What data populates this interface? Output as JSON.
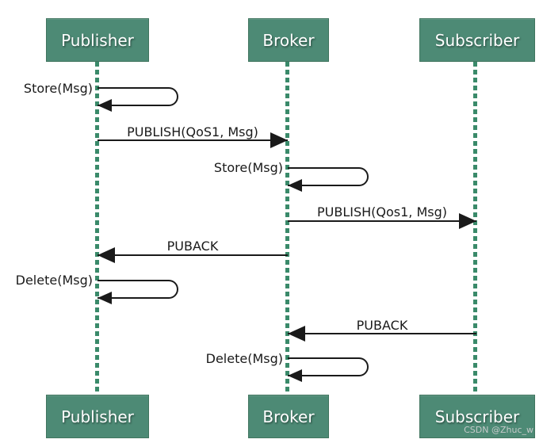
{
  "actors": {
    "publisher": "Publisher",
    "broker": "Broker",
    "subscriber": "Subscriber"
  },
  "messages": {
    "store_publisher": "Store(Msg)",
    "publish_to_broker": "PUBLISH(QoS1, Msg)",
    "store_broker": "Store(Msg)",
    "publish_to_subscriber": "PUBLISH(Qos1, Msg)",
    "puback_to_publisher": "PUBACK",
    "delete_publisher": "Delete(Msg)",
    "puback_to_broker": "PUBACK",
    "delete_broker": "Delete(Msg)"
  },
  "watermark": "CSDN @Zhuc_w",
  "colors": {
    "actor_fill": "#4d8a75",
    "actor_border": "#41755f",
    "lifeline": "#3a8a6a",
    "line": "#1a1a1a",
    "text": "#1a1a1a",
    "watermark": "#c6caca",
    "background": "#ffffff"
  }
}
